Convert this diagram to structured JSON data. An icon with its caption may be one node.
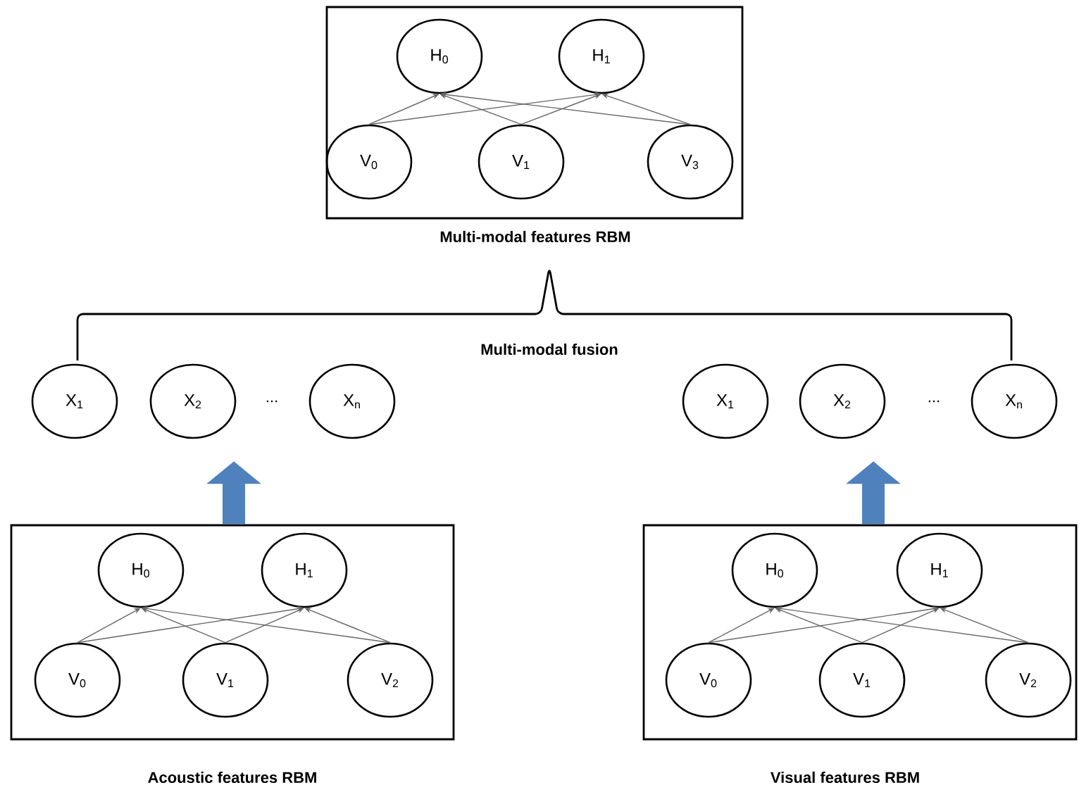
{
  "diagram": {
    "nodes": [
      {
        "text": [
          "Multi-modal features RBM"
        ]
      },
      {
        "text": [
          "H$_{0}$"
        ],
        "in": 0
      },
      {
        "text": [
          "H$_{1}$"
        ],
        "in": 0
      },
      {
        "text": [
          "V$_{0}$"
        ],
        "in": 0
      },
      {
        "text": [
          "V$_{1}$"
        ],
        "in": 0
      },
      {
        "text": [
          "V$_{3}$"
        ],
        "in": 0
      },
      {
        "text": [
          "X$_{1}$"
        ]
      },
      {
        "text": [
          "X$_{2}$"
        ]
      },
      {
        "text": [
          "X$_{n}$"
        ]
      },
      {
        "text": [
          "X$_{1}$"
        ]
      },
      {
        "text": [
          "X$_{2}$"
        ]
      },
      {
        "text": [
          "X$_{n}$"
        ]
      },
      {
        "text": [
          "Acoustic features RBM"
        ]
      },
      {
        "text": [
          "H$_{0}$"
        ],
        "in": 12
      },
      {
        "text": [
          "H$_{1}$"
        ],
        "in": 12
      },
      {
        "text": [
          "V$_{0}$"
        ],
        "in": 12
      },
      {
        "text": [
          "V$_{1}$"
        ],
        "in": 12
      },
      {
        "text": [
          "V$_{2}$"
        ],
        "in": 12
      },
      {
        "text": [
          "Visual features RBM"
        ]
      },
      {
        "text": [
          "H$_{0}$"
        ],
        "in": 18
      },
      {
        "text": [
          "H$_{1}$"
        ],
        "in": 18
      },
      {
        "text": [
          "V$_{0}$"
        ],
        "in": 18
      },
      {
        "text": [
          "V$_{1}$"
        ],
        "in": 18
      },
      {
        "text": [
          "V$_{2}$"
        ],
        "in": 18
      }
    ],
    "edges": [
      {
        "from": 3,
        "to": 1,
        "arrow": "to"
      },
      {
        "from": 3,
        "to": 2,
        "arrow": "to"
      },
      {
        "from": 4,
        "to": 1,
        "arrow": "to"
      },
      {
        "from": 4,
        "to": 2,
        "arrow": "to"
      },
      {
        "from": 5,
        "to": 1,
        "arrow": "to"
      },
      {
        "from": 5,
        "to": 2,
        "arrow": "to"
      },
      {
        "from": 15,
        "to": 13,
        "arrow": "to"
      },
      {
        "from": 15,
        "to": 14,
        "arrow": "to"
      },
      {
        "from": 16,
        "to": 13,
        "arrow": "to"
      },
      {
        "from": 16,
        "to": 14,
        "arrow": "to"
      },
      {
        "from": 17,
        "to": 13,
        "arrow": "to"
      },
      {
        "from": 17,
        "to": 14,
        "arrow": "to"
      },
      {
        "from": 21,
        "to": 19,
        "arrow": "to"
      },
      {
        "from": 21,
        "to": 20,
        "arrow": "to"
      },
      {
        "from": 22,
        "to": 19,
        "arrow": "to"
      },
      {
        "from": 22,
        "to": 20,
        "arrow": "to"
      },
      {
        "from": 23,
        "to": 19,
        "arrow": "to"
      },
      {
        "from": 23,
        "to": 20,
        "arrow": "to"
      },
      {
        "from": 12,
        "to": 7,
        "arrow": "to",
        "style": "thick",
        "color": "#4f81bd"
      },
      {
        "from": 18,
        "to": 10,
        "arrow": "to",
        "style": "thick",
        "color": "#4f81bd"
      }
    ],
    "labels": [
      "Multi-modal fusion",
      "...",
      "..."
    ]
  }
}
